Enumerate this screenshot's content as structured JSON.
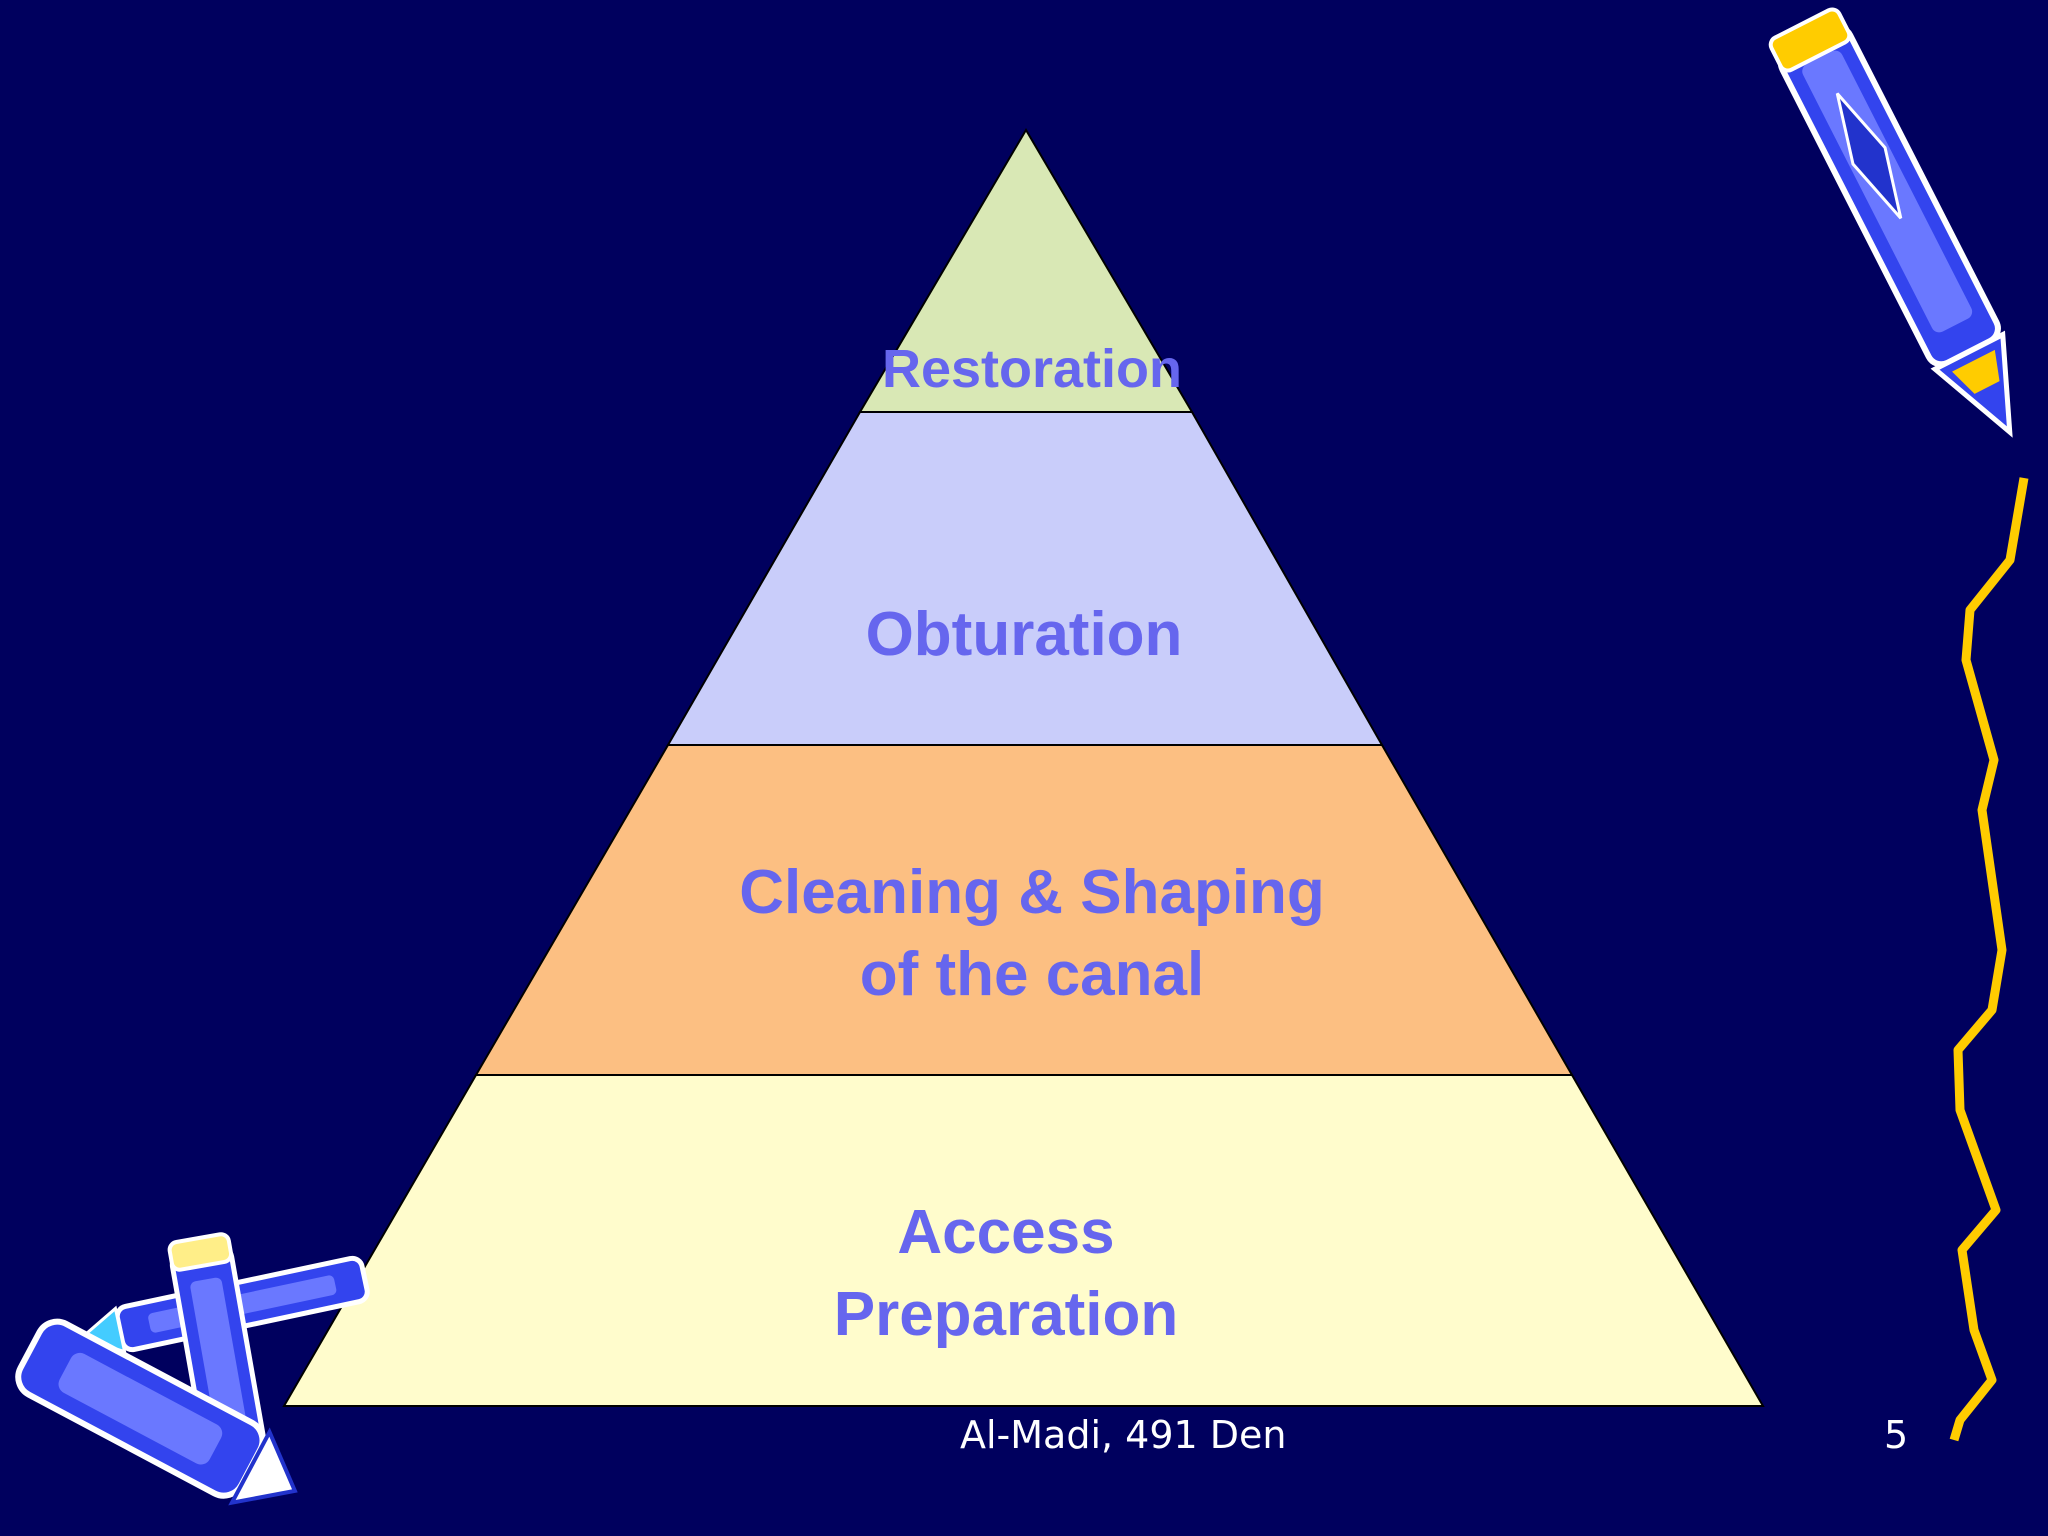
{
  "pyramid": {
    "layers": [
      {
        "lines": [
          "Restoration"
        ],
        "fill": "#d9e8b5"
      },
      {
        "lines": [
          "Obturation"
        ],
        "fill": "#c9cdfa"
      },
      {
        "lines": [
          "Cleaning & Shaping",
          "of the canal"
        ],
        "fill": "#fcbf82"
      },
      {
        "lines": [
          "Access",
          "Preparation"
        ],
        "fill": "#fffccc"
      }
    ],
    "text_color": "#6666ee"
  },
  "footer": {
    "text": "Al-Madi, 491 Den"
  },
  "slide_number": "5",
  "colors": {
    "background": "#00005e",
    "clipart_blue": "#3344ee",
    "clipart_yellow": "#ffcc00"
  },
  "decorations": [
    "pen-clipart-icon",
    "crayons-clipart-icon",
    "squiggle-line"
  ]
}
